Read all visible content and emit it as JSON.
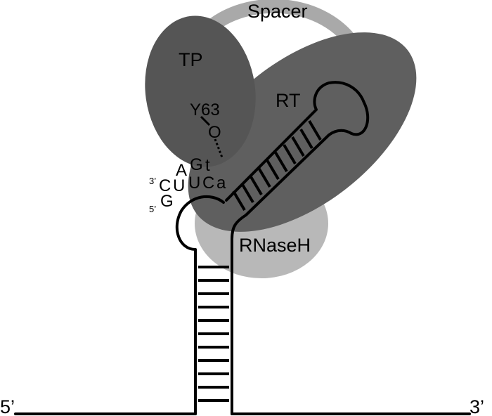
{
  "diagram": {
    "labels": {
      "spacer": "Spacer",
      "tp": "TP",
      "rt": "RT",
      "rnaseh": "RNaseH",
      "y63": "Y63",
      "o": "O",
      "end_5_bottom": "5’",
      "end_3_bottom": "3’",
      "primer_3": "3’",
      "primer_5": "5’"
    },
    "sequence": {
      "row1": [
        "A",
        "G",
        "t"
      ],
      "row2": [
        "C",
        "U",
        "U",
        "C",
        "a"
      ],
      "row3": [
        "G"
      ]
    },
    "colors": {
      "tp": "#555555",
      "rt": "#5f5f5f",
      "rnaseh": "#b8b8b8",
      "spacer": "#a9a9a9",
      "line": "#000000"
    }
  }
}
